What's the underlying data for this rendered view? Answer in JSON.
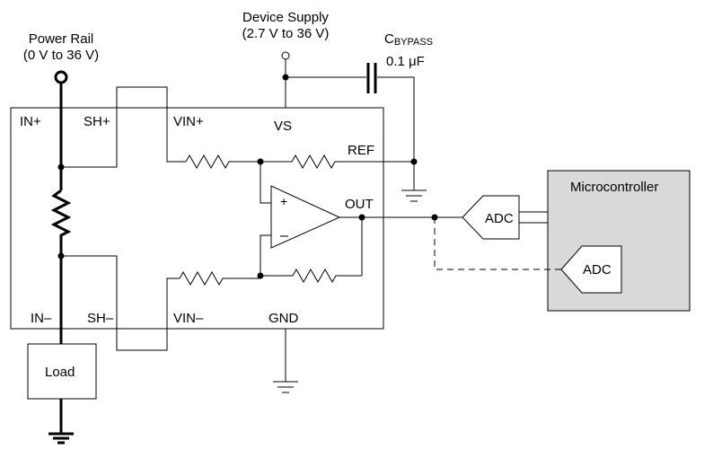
{
  "labels": {
    "power_rail": "Power Rail",
    "power_rail_range": "(0 V to 36 V)",
    "device_supply": "Device Supply",
    "device_supply_range": "(2.7 V to 36 V)",
    "cap_name_main": "C",
    "cap_name_sub": "BYPASS",
    "cap_value": "0.1 μF",
    "pin_in_plus": "IN+",
    "pin_sh_plus": "SH+",
    "pin_vin_plus": "VIN+",
    "pin_vs": "VS",
    "pin_ref": "REF",
    "pin_out": "OUT",
    "pin_in_minus": "IN–",
    "pin_sh_minus": "SH–",
    "pin_vin_minus": "VIN–",
    "pin_gnd": "GND",
    "opamp_plus": "+",
    "opamp_minus": "–",
    "load": "Load",
    "microcontroller": "Microcontroller",
    "adc_external": "ADC",
    "adc_internal": "ADC"
  }
}
